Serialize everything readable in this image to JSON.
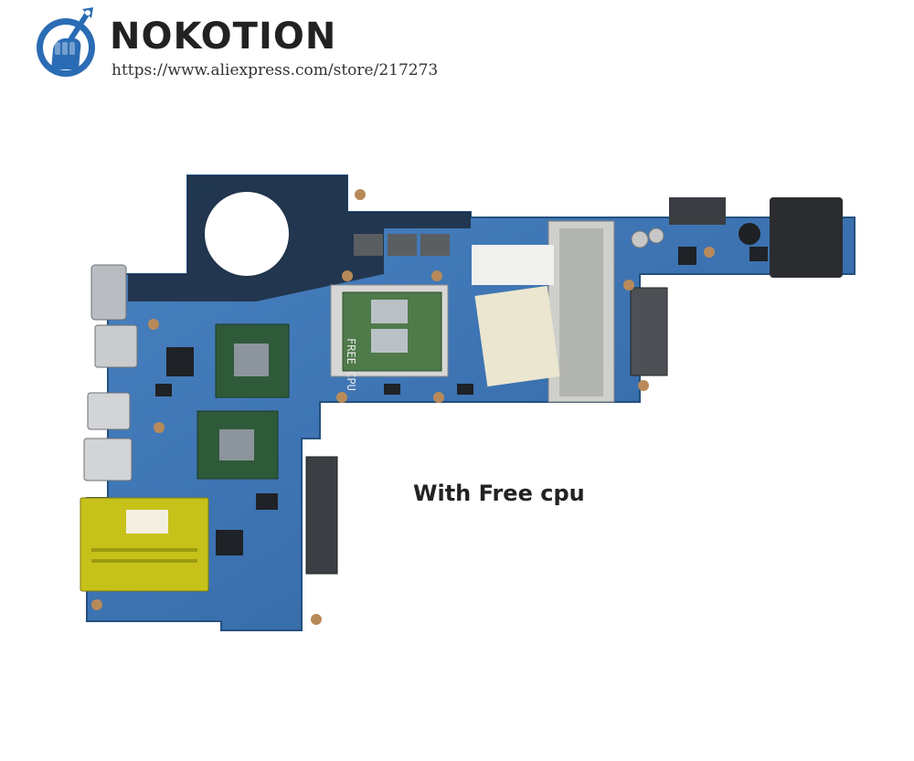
{
  "header": {
    "brand": "NOKOTION",
    "store_url": "https://www.aliexpress.com/store/217273"
  },
  "product": {
    "caption": "With Free cpu",
    "cpu_label": "FREE CPU"
  },
  "colors": {
    "pcb_blue": "#3f77b6",
    "pcb_dark": "#2d5e98",
    "logo_blue": "#2a6cb4",
    "brand_text": "#222222",
    "wifi_card": "#c7c21a",
    "chip_green": "#2f5a3a"
  },
  "icons": {
    "logo": "fist-with-wrench-logo"
  }
}
